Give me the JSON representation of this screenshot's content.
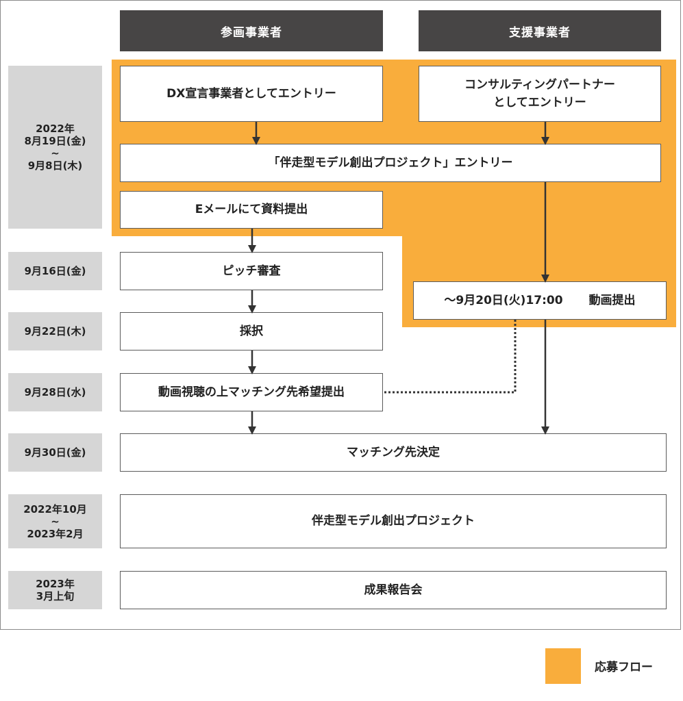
{
  "columns": {
    "left": "参画事業者",
    "right": "支援事業者"
  },
  "dates": {
    "entry_period": "2022年\n8月19日(金)\n~\n9月8日(木)",
    "pitch": "9月16日(金)",
    "adoption": "9月22日(木)",
    "matching_request": "9月28日(水)",
    "matching_decision": "9月30日(金)",
    "project_period": "2022年10月\n~\n2023年2月",
    "report": "2023年\n3月上旬"
  },
  "boxes": {
    "dx_entry": "DX宣言事業者としてエントリー",
    "consultant_entry": "コンサルティングパートナー\nとしてエントリー",
    "project_entry": "「伴走型モデル創出プロジェクト」エントリー",
    "email_submission": "Eメールにて資料提出",
    "pitch_review": "ピッチ審査",
    "video_deadline": "〜9月20日(火)17:00",
    "video_submission": "動画提出",
    "adoption": "採択",
    "matching_request": "動画視聴の上マッチング先希望提出",
    "matching_decision": "マッチング先決定",
    "project": "伴走型モデル創出プロジェクト",
    "report": "成果報告会"
  },
  "legend": {
    "application_flow": "応募フロー"
  },
  "colors": {
    "header_bg": "#474545",
    "orange": "#f9ad3c",
    "date_bg": "#d6d6d6",
    "line": "#333333"
  }
}
